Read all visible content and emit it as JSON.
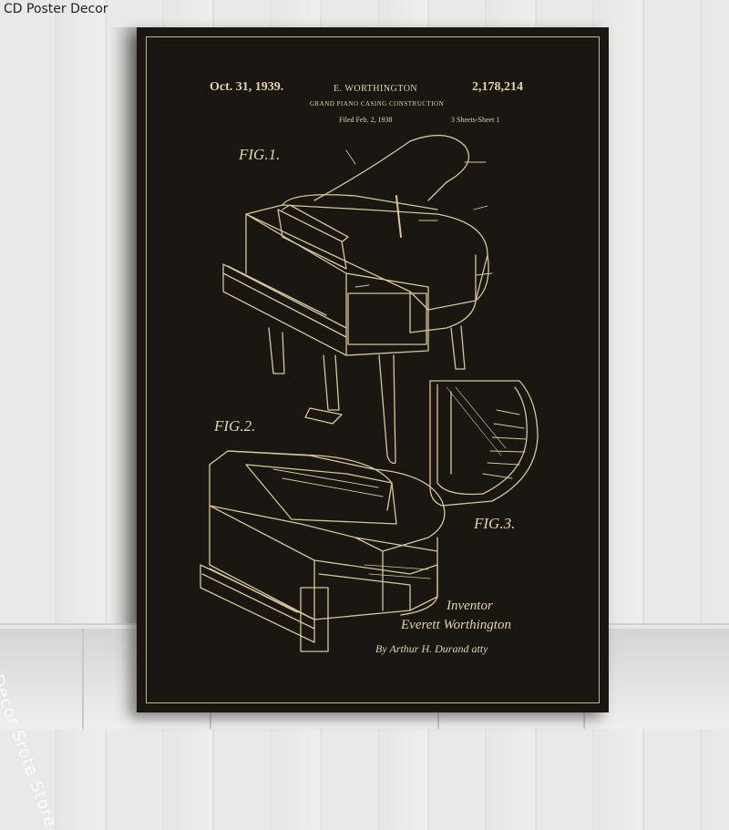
{
  "brand": "CD Poster Decor",
  "watermark": "CD Poster Decor Srote Store",
  "patent": {
    "date": "Oct. 31, 1939.",
    "inventor": "E. WORTHINGTON",
    "number": "2,178,214",
    "title": "GRAND PIANO CASING CONSTRUCTION",
    "filed": "Filed Feb. 2, 1938",
    "sheets": "3 Sheets-Sheet 1"
  },
  "figures": {
    "fig1": "FIG.1.",
    "fig2": "FIG.2.",
    "fig3": "FIG.3."
  },
  "signature": {
    "role": "Inventor",
    "name": "Everett Worthington",
    "attorney": "By Arthur H. Durand  atty"
  },
  "colors": {
    "ink": "#d8c699",
    "poster_bg": "#1a1612",
    "frame": "#c8b486"
  }
}
